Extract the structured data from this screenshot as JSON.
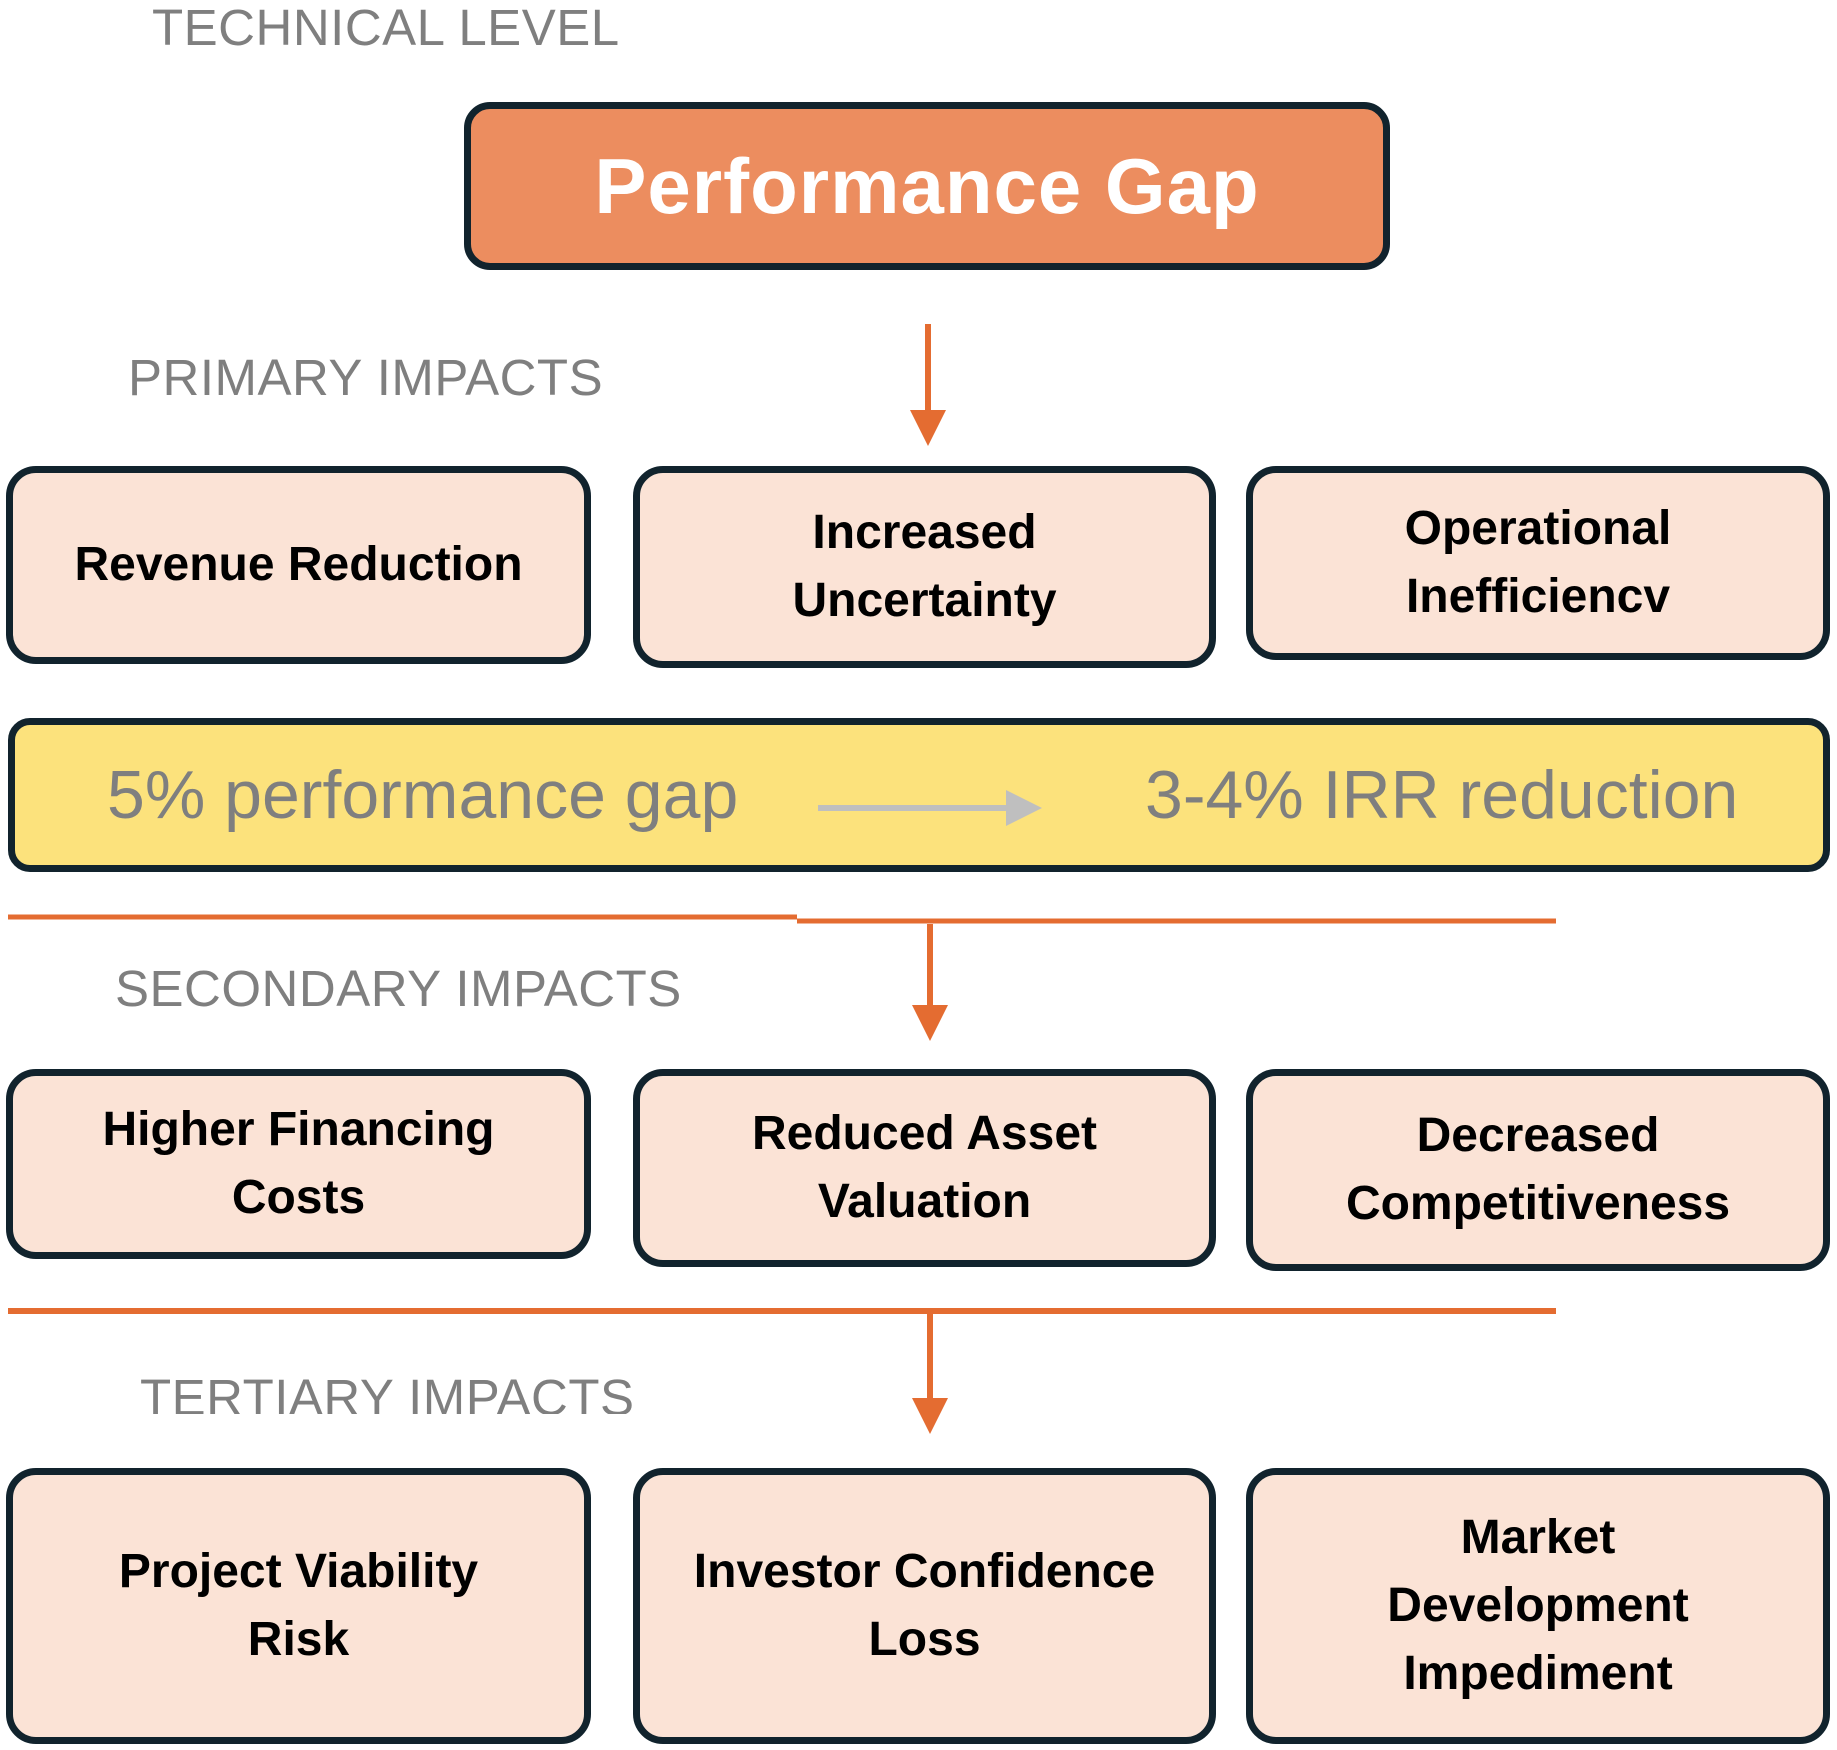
{
  "labels": {
    "technical": "TECHNICAL LEVEL",
    "primary": "PRIMARY IMPACTS",
    "secondary": "SECONDARY IMPACTS",
    "tertiary": "TERTIARY IMPACTS"
  },
  "top_box": {
    "title": "Performance Gap"
  },
  "primary": [
    "Revenue Reduction",
    "Increased Uncertainty",
    "Operational Inefficiencv"
  ],
  "banner": {
    "left": "5% performance gap",
    "right": "3-4% IRR reduction"
  },
  "secondary": [
    "Higher Financing Costs",
    "Reduced Asset Valuation",
    "Decreased Competitiveness"
  ],
  "tertiary": [
    "Project Viability Risk",
    "Investor Confidence Loss",
    "Market Development Impediment"
  ],
  "colors": {
    "accent_orange": "#e46c31",
    "top_box_fill": "#ec8d5f",
    "impact_box_fill": "#fbe3d6",
    "banner_fill": "#fce27c",
    "border": "#11232d",
    "label_gray": "#7f7f7f",
    "banner_arrow_gray": "#bfbfbf"
  }
}
